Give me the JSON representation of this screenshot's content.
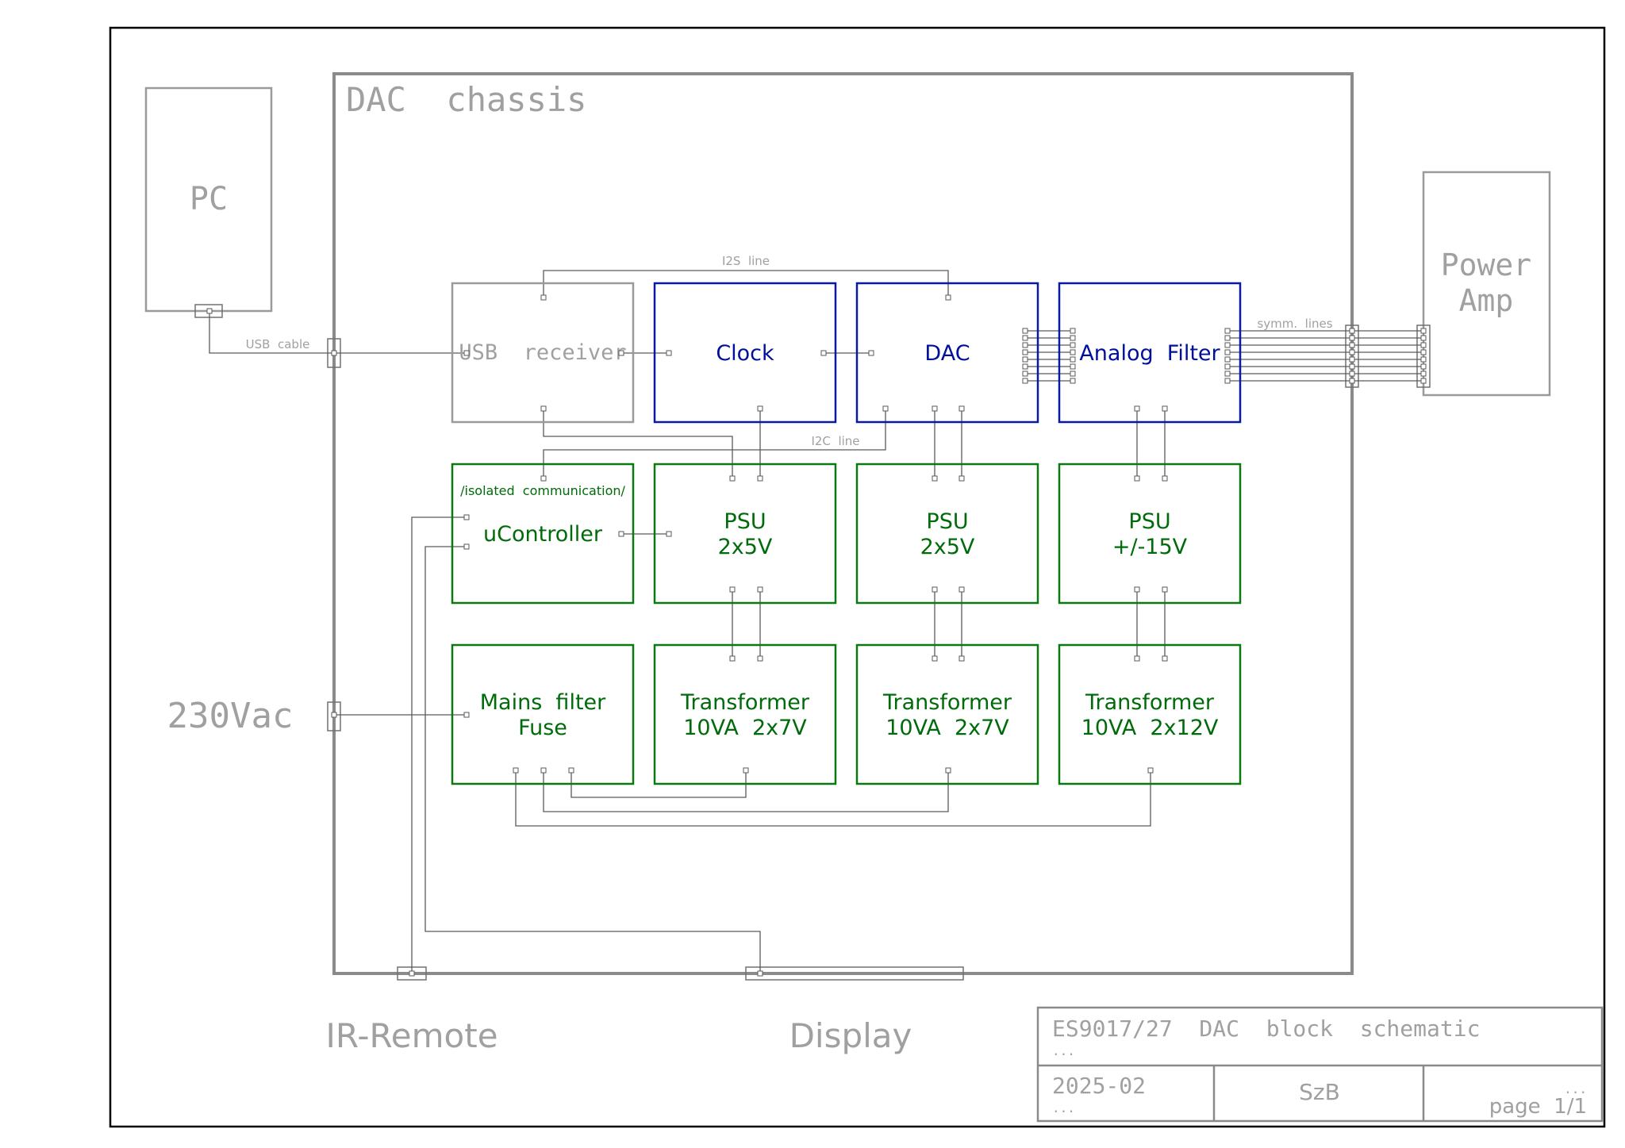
{
  "colors": {
    "gray": "#9a9a9a",
    "blue": "#0a1aa0",
    "green": "#0a7a10",
    "wire": "#606060"
  },
  "external": {
    "pc": "PC",
    "power_amp_line1": "Power",
    "power_amp_line2": "Amp",
    "mains": "230Vac",
    "ir_remote": "IR-Remote",
    "display": "Display"
  },
  "chassis": {
    "title": "DAC  chassis"
  },
  "blocks": {
    "usb_receiver": "USB  receiver",
    "clock": "Clock",
    "dac": "DAC",
    "analog_filter": "Analog  Filter",
    "ucontroller_note": "/isolated  communication/",
    "ucontroller": "uController",
    "psu1_line1": "PSU",
    "psu1_line2": "2x5V",
    "psu2_line1": "PSU",
    "psu2_line2": "2x5V",
    "psu3_line1": "PSU",
    "psu3_line2": "+/-15V",
    "mains_filter_line1": "Mains  filter",
    "mains_filter_line2": "Fuse",
    "tr1_line1": "Transformer",
    "tr1_line2": "10VA  2x7V",
    "tr2_line1": "Transformer",
    "tr2_line2": "10VA  2x7V",
    "tr3_line1": "Transformer",
    "tr3_line2": "10VA  2x12V"
  },
  "wires": {
    "i2s": "I2S  line",
    "i2c": "I2C  line",
    "usb_cable": "USB  cable",
    "symm_lines": "symm.  lines"
  },
  "title_block": {
    "title": "ES9017/27  DAC  block  schematic",
    "title_sub": "...",
    "date": "2025-02",
    "date_sub": "...",
    "author": "SzB",
    "page_dots": "...",
    "page": "page  1/1"
  }
}
